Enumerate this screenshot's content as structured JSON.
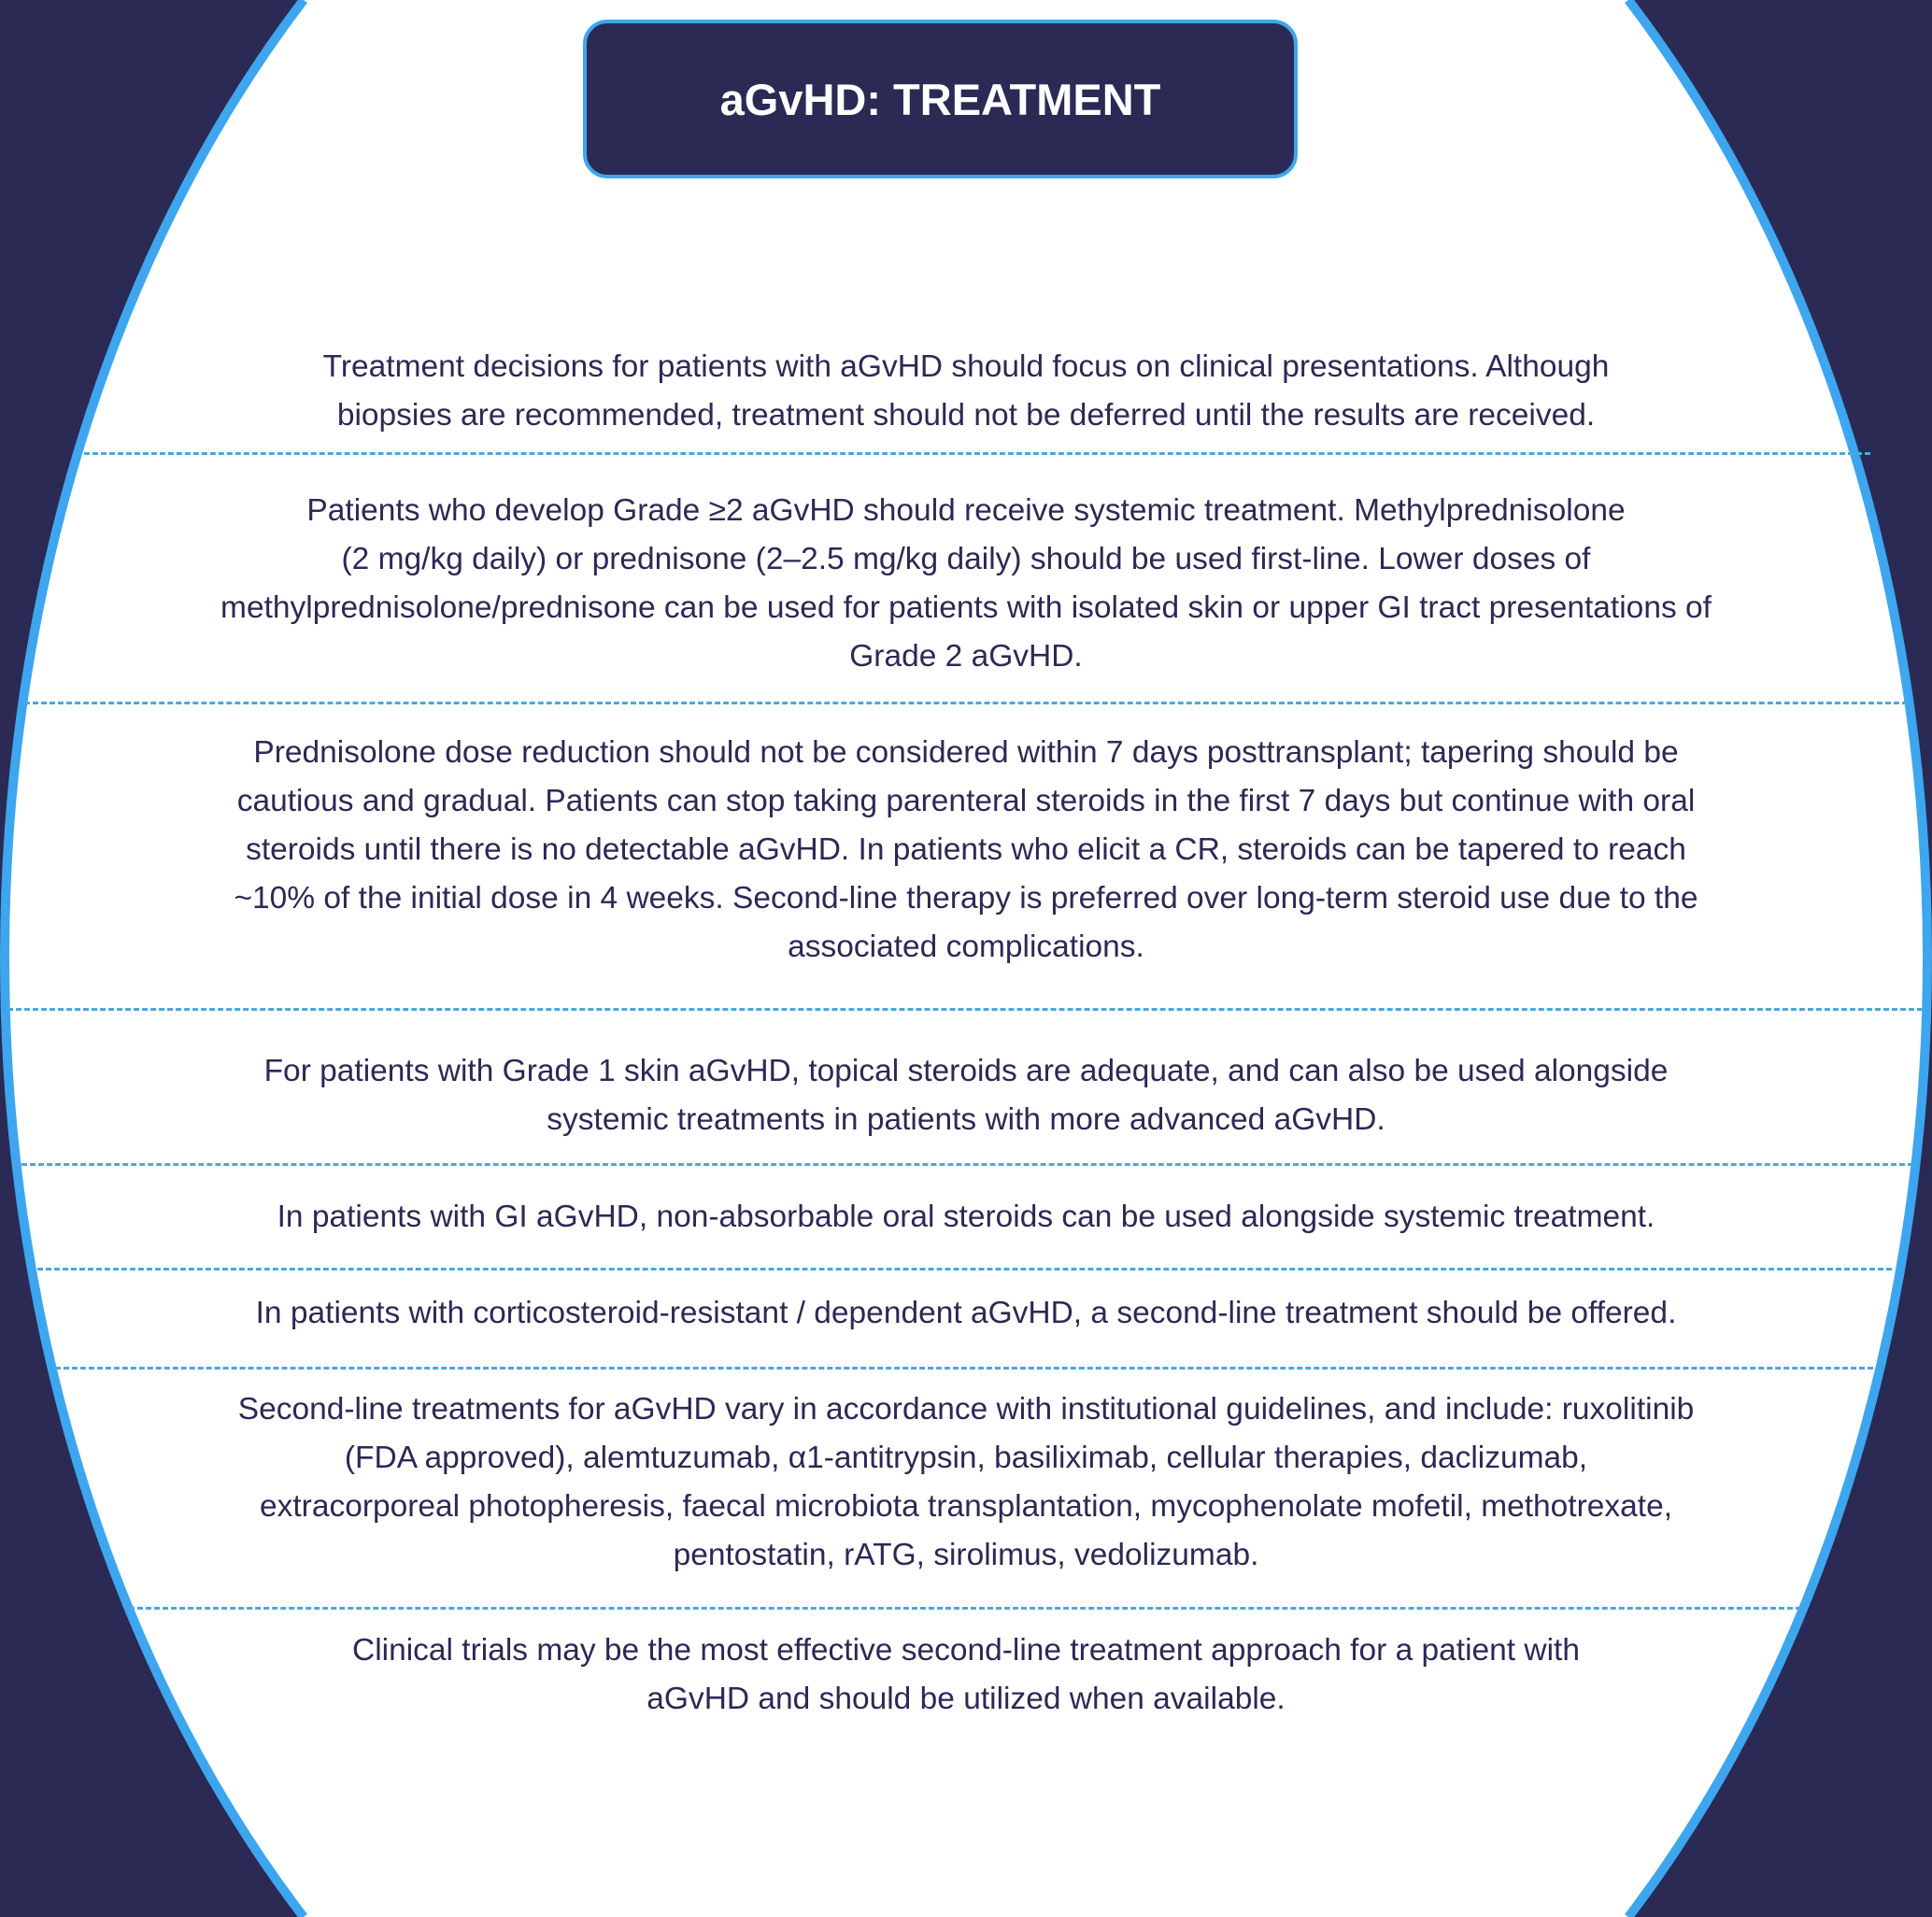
{
  "title": "aGvHD: TREATMENT",
  "colors": {
    "navy": "#2a2a55",
    "accent_blue": "#3ea6ee",
    "divider": "#4aa8dc"
  },
  "paragraphs": [
    {
      "lines": [
        "Treatment decisions for patients with aGvHD should focus on clinical presentations. Although",
        "biopsies are recommended, treatment should not be deferred until the results are received."
      ]
    },
    {
      "lines": [
        "Patients who develop Grade ≥2 aGvHD should receive systemic treatment. Methylprednisolone",
        "(2 mg/kg daily) or prednisone (2–2.5 mg/kg daily) should be used first-line. Lower doses of",
        "methylprednisolone/prednisone can be used for patients with isolated skin or upper GI tract presentations of",
        "Grade 2 aGvHD."
      ]
    },
    {
      "lines": [
        "Prednisolone dose reduction should not be considered within 7 days posttransplant; tapering should be",
        "cautious and gradual. Patients can stop taking parenteral steroids in the first 7 days but continue with oral",
        "steroids until there is no detectable aGvHD. In patients who elicit a CR, steroids can be tapered to reach",
        "~10% of the initial dose in 4 weeks. Second-line therapy is preferred over long-term steroid use due to the",
        "associated complications."
      ]
    },
    {
      "lines": [
        "For patients with Grade 1 skin aGvHD, topical steroids are adequate, and can also be used alongside",
        "systemic treatments in patients with more advanced aGvHD."
      ]
    },
    {
      "lines": [
        "In patients with GI aGvHD, non-absorbable oral steroids can be used alongside systemic treatment."
      ]
    },
    {
      "lines": [
        "In patients with corticosteroid-resistant / dependent aGvHD, a second-line treatment should be offered."
      ]
    },
    {
      "lines": [
        "Second-line treatments for aGvHD vary in accordance with institutional guidelines, and include: ruxolitinib",
        "(FDA approved), alemtuzumab, α1-antitrypsin, basiliximab, cellular therapies, daclizumab,",
        "extracorporeal photopheresis, faecal microbiota transplantation, mycophenolate mofetil, methotrexate,",
        "pentostatin, rATG, sirolimus, vedolizumab."
      ]
    },
    {
      "lines": [
        "Clinical trials may be the most effective second-line treatment approach for a patient with",
        "aGvHD and should be utilized when available."
      ]
    }
  ]
}
